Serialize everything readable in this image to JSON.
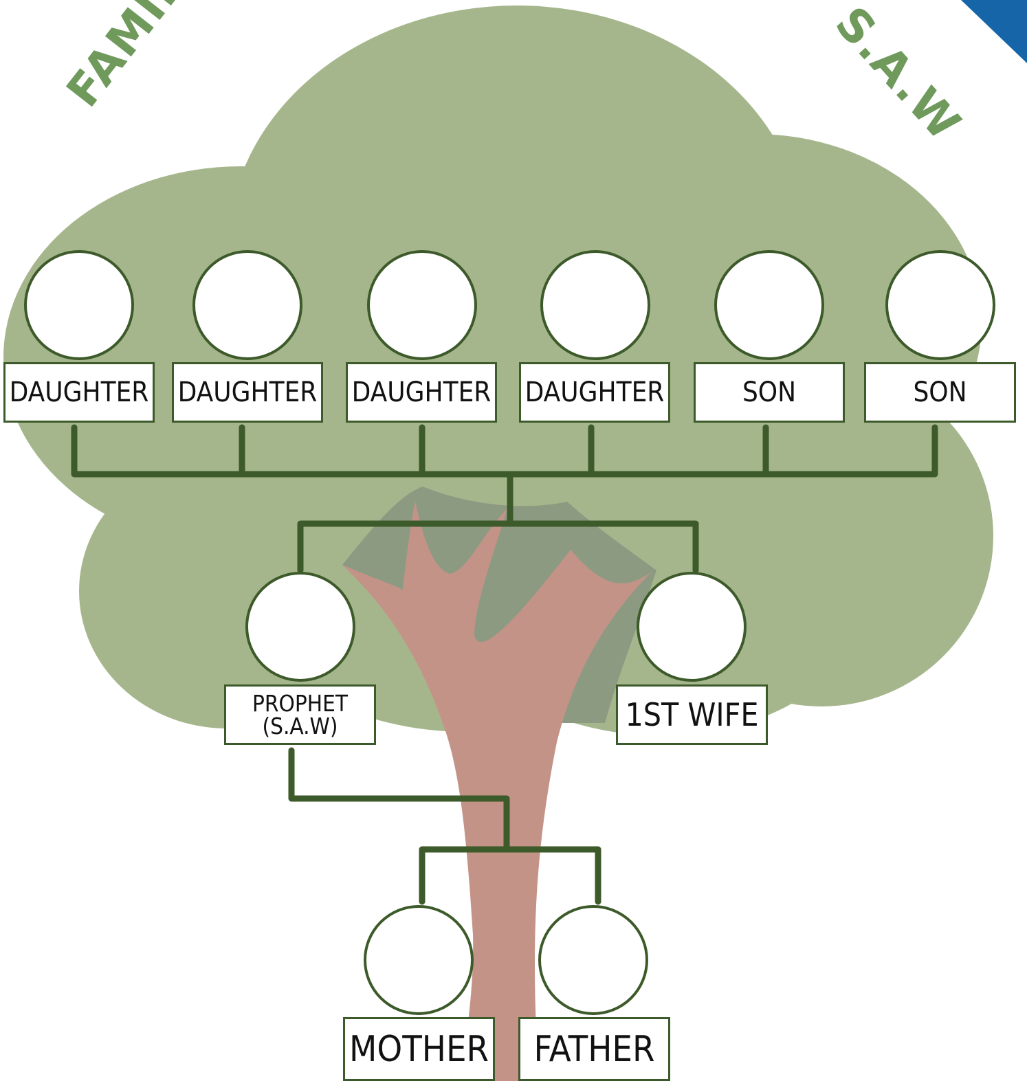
{
  "title_left": "FAMIL",
  "title_right": "S.A.W",
  "colors": {
    "foliage": "#a6b68c",
    "foliage_shadow": "#8d9a82",
    "trunk": "#c49387",
    "lines": "#3d5a2a",
    "title_text": "#6f9a5c",
    "corner_accent": "#1565a8"
  },
  "children": [
    {
      "label": "DAUGHTER"
    },
    {
      "label": "DAUGHTER"
    },
    {
      "label": "DAUGHTER"
    },
    {
      "label": "DAUGHTER"
    },
    {
      "label": "SON"
    },
    {
      "label": "SON"
    }
  ],
  "parents": {
    "prophet": "PROPHET (S.A.W)",
    "wife": "1ST WIFE"
  },
  "grandparents": {
    "mother": "MOTHER",
    "father": "FATHER"
  }
}
